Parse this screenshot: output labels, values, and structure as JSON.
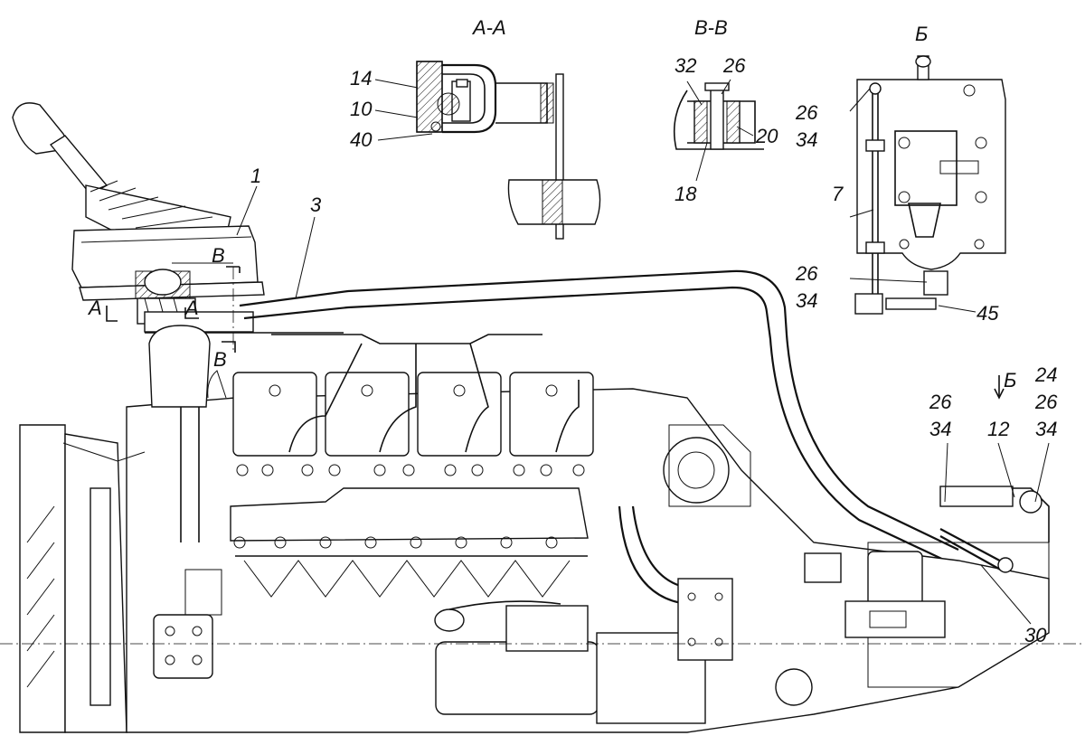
{
  "sections": {
    "aa": "А-А",
    "vv": "В-В",
    "b": "Б"
  },
  "callouts": {
    "aa_14": "14",
    "aa_10": "10",
    "aa_40": "40",
    "vv_32": "32",
    "vv_26": "26",
    "vv_20": "20",
    "vv_18": "18",
    "b_26": "26",
    "b_34": "34",
    "b_7": "7",
    "b_26_low": "26",
    "b_34_low": "34",
    "b_45": "45",
    "main_1": "1",
    "main_3": "3",
    "main_B_top": "В",
    "main_A_left": "А",
    "main_A_right": "А",
    "main_B_bottom": "В",
    "main_arrow_b": "Б",
    "main_24": "24",
    "main_26_r": "26",
    "main_34_r": "34",
    "main_26_l": "26",
    "main_34_l": "34",
    "main_12": "12",
    "main_30": "30"
  }
}
